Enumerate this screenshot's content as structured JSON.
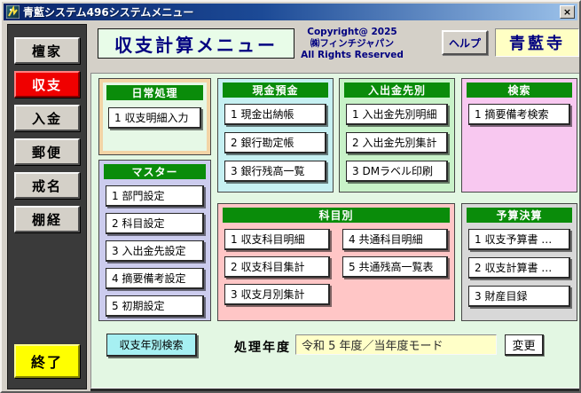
{
  "window": {
    "title": "青藍システム496システムメニュー",
    "close_glyph": "×"
  },
  "header": {
    "menu_title": "収支計算メニュー",
    "copyright_lines": [
      "Copyright@ 2025",
      "㈱フィンチジャパン",
      "All Rights Reserved"
    ],
    "help_button": "ヘルプ",
    "temple_name": "青藍寺"
  },
  "sidebar": {
    "items": [
      {
        "label": "檀家",
        "active": false
      },
      {
        "label": "収支",
        "active": true
      },
      {
        "label": "入金",
        "active": false
      },
      {
        "label": "郵便",
        "active": false
      },
      {
        "label": "戒名",
        "active": false
      },
      {
        "label": "棚経",
        "active": false
      }
    ],
    "exit_button": "終了"
  },
  "sections": {
    "daily": {
      "title": "日常処理",
      "buttons": [
        "1 収支明細入力"
      ]
    },
    "master": {
      "title": "マスター",
      "buttons": [
        "1 部門設定",
        "2 科目設定",
        "3 入出金先設定",
        "4 摘要備考設定",
        "5 初期設定"
      ]
    },
    "cash": {
      "title": "現金預金",
      "buttons": [
        "1 現金出納帳",
        "2 銀行勘定帳",
        "3 銀行残高一覧"
      ]
    },
    "payee": {
      "title": "入出金先別",
      "buttons": [
        "1 入出金先別明細",
        "2 入出金先別集計",
        "3 DMラベル印刷"
      ]
    },
    "search": {
      "title": "検索",
      "buttons": [
        "1 摘要備考検索"
      ]
    },
    "subject": {
      "title": "科目別",
      "buttons_col1": [
        "1 収支科目明細",
        "2 収支科目集計",
        "3 収支月別集計"
      ],
      "buttons_col2": [
        "4 共通科目明細",
        "5 共通残高一覧表"
      ]
    },
    "budget": {
      "title": "予算決算",
      "buttons": [
        "1 収支予算書 …",
        "2 収支計算書 …",
        "3 財産目録"
      ]
    }
  },
  "footer": {
    "year_search_button": "収支年別検索",
    "processing_year_label": "処理年度",
    "processing_year_value": "令和 5 年度／当年度モード",
    "change_button": "変更"
  },
  "colors": {
    "titlebar_left": "#0a246a",
    "titlebar_right": "#9cc2ea",
    "window_bg": "#d4d0c8",
    "sidebar_bg": "#3a3a3a",
    "active_red": "#f00000",
    "exit_yellow": "#ffff00",
    "section_header_green": "#0a8c0a",
    "main_bg": "#e3f7e3",
    "panel_daily_border": "#f2d4a6",
    "panel_master": "#ccccee",
    "panel_cash": "#c6f0f2",
    "panel_payee": "#c8f2c8",
    "panel_search": "#f8c8f0",
    "panel_subject": "#ffc6c6",
    "panel_budget": "#d8d8d8",
    "navy_text": "#000080",
    "temple_bg": "#ffffc4",
    "year_field_bg": "#ffffc8",
    "year_search_bg": "#a6f0f2"
  }
}
